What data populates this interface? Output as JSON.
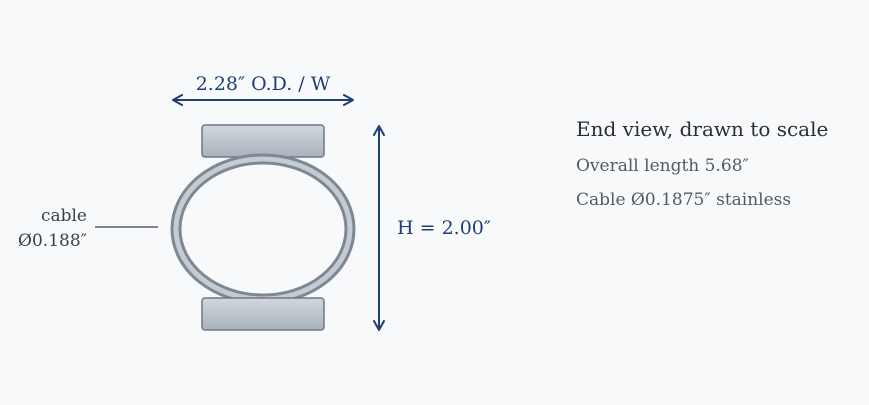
{
  "drawing": {
    "width_label": "2.28″ O.D. / W",
    "height_label": "H = 2.00″",
    "cable_label_line1": "cable",
    "cable_label_line2": "Ø0.188″"
  },
  "notes": {
    "title": "End view, drawn to scale",
    "length": "Overall length 5.68″",
    "cable": "Cable Ø0.1875″ stainless"
  },
  "colors": {
    "background": "#f7f9fb",
    "dimension": "#1f3f73",
    "ring_outer": "#7e8892",
    "ring_inner": "#c4cbd3",
    "pad_top": "#d2d7de",
    "pad_bottom": "#a9b2bc",
    "pad_stroke": "#6f7983"
  }
}
